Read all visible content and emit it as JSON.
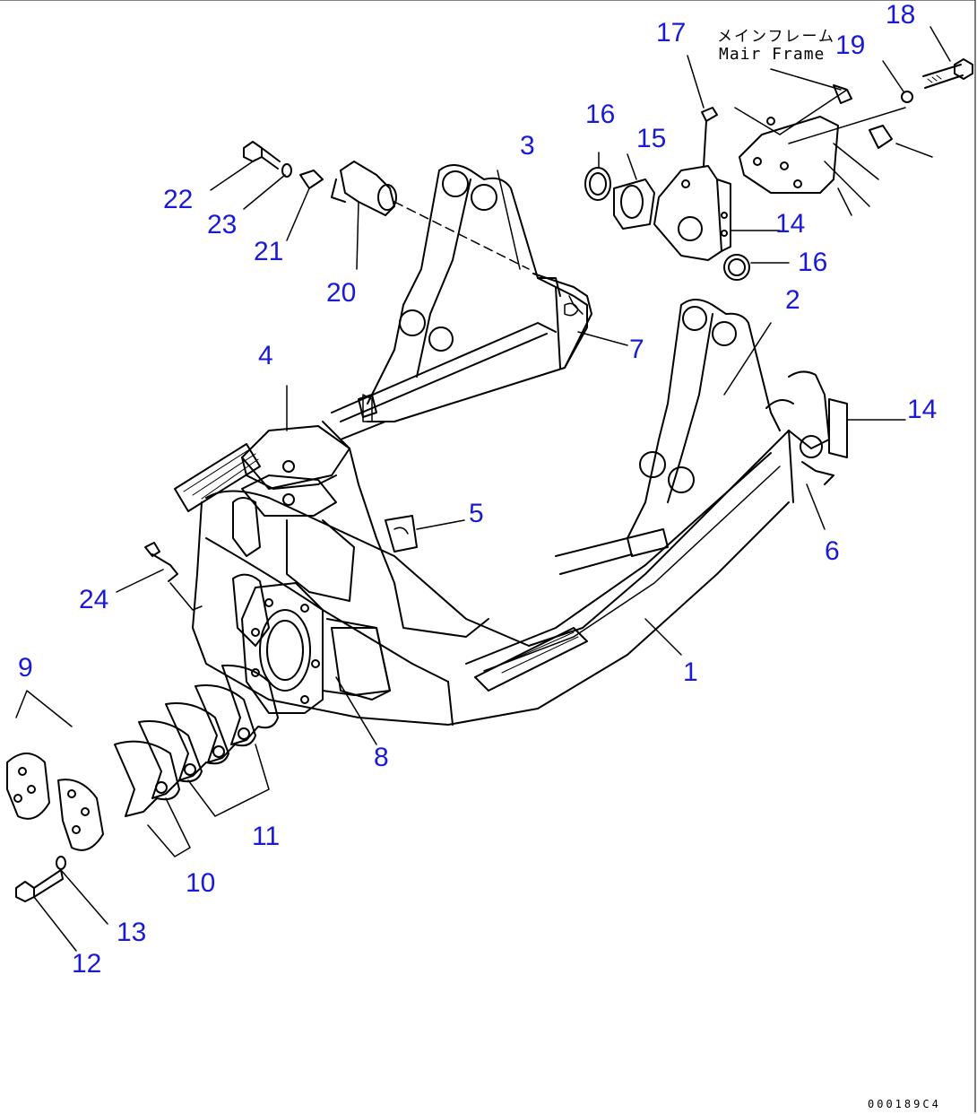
{
  "notes": {
    "main_frame_jp": "メインフレーム",
    "main_frame_en": "Mair Frame"
  },
  "drawing_code": "000189C4",
  "callouts": [
    {
      "id": "c1",
      "label": "1"
    },
    {
      "id": "c2",
      "label": "2"
    },
    {
      "id": "c3",
      "label": "3"
    },
    {
      "id": "c4",
      "label": "4"
    },
    {
      "id": "c5",
      "label": "5"
    },
    {
      "id": "c6",
      "label": "6"
    },
    {
      "id": "c7",
      "label": "7"
    },
    {
      "id": "c8",
      "label": "8"
    },
    {
      "id": "c9",
      "label": "9"
    },
    {
      "id": "c10",
      "label": "10"
    },
    {
      "id": "c11",
      "label": "11"
    },
    {
      "id": "c12",
      "label": "12"
    },
    {
      "id": "c13",
      "label": "13"
    },
    {
      "id": "c14a",
      "label": "14"
    },
    {
      "id": "c14b",
      "label": "14"
    },
    {
      "id": "c15",
      "label": "15"
    },
    {
      "id": "c16a",
      "label": "16"
    },
    {
      "id": "c16b",
      "label": "16"
    },
    {
      "id": "c17",
      "label": "17"
    },
    {
      "id": "c18",
      "label": "18"
    },
    {
      "id": "c19",
      "label": "19"
    },
    {
      "id": "c20",
      "label": "20"
    },
    {
      "id": "c21",
      "label": "21"
    },
    {
      "id": "c22",
      "label": "22"
    },
    {
      "id": "c23",
      "label": "23"
    },
    {
      "id": "c24",
      "label": "24"
    }
  ]
}
